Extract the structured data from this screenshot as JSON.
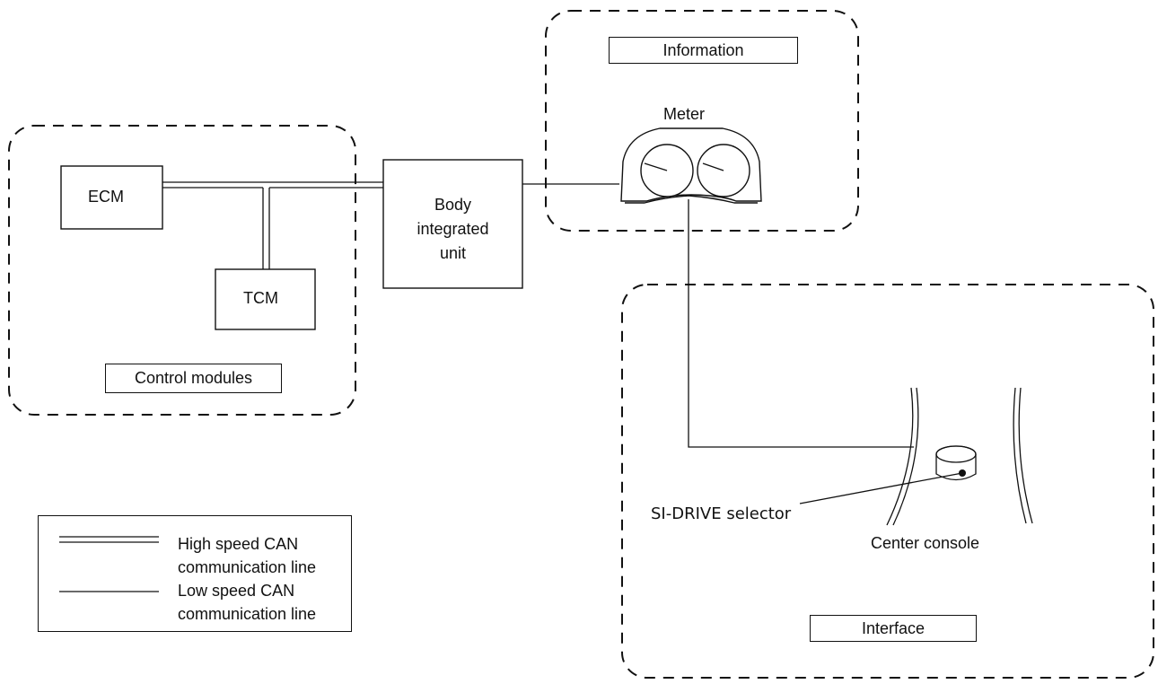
{
  "groups": {
    "control_modules": "Control modules",
    "information": "Information",
    "interface": "Interface"
  },
  "units": {
    "ecm": "ECM",
    "tcm": "TCM",
    "body_line1": "Body",
    "body_line2": "integrated",
    "body_line3": "unit",
    "meter": "Meter"
  },
  "labels": {
    "si_drive": "SI-DRIVE selector",
    "center_console": "Center console"
  },
  "legend": {
    "high_line1": "High speed CAN",
    "high_line2": "communication line",
    "low_line1": "Low speed CAN",
    "low_line2": "communication line"
  }
}
